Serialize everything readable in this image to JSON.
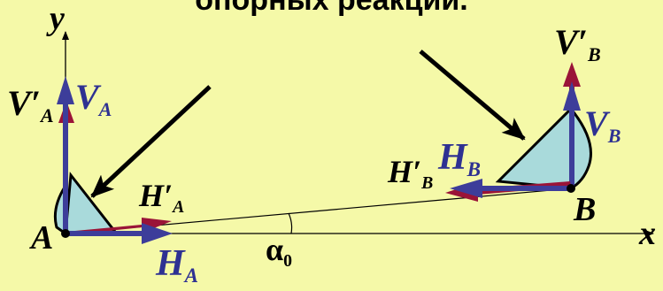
{
  "title": "опорных реакций.",
  "labels": {
    "y": "y",
    "x": "x",
    "A": "A",
    "B": "B",
    "angle": "α",
    "angle_sub": "0",
    "VpA_main": "V′",
    "VpA_sub": "A",
    "VA_main": "V",
    "VA_sub": "A",
    "HpA_main": "H′",
    "HpA_sub": "A",
    "HA_main": "H",
    "HA_sub": "A",
    "VpB_main": "V′",
    "VpB_sub": "B",
    "VB_main": "V",
    "VB_sub": "B",
    "HpB_main": "H′",
    "HpB_sub": "B",
    "HB_main": "H",
    "HB_sub": "B"
  },
  "colors": {
    "background": "#f5f9a8",
    "support_fill": "#a9dadb",
    "blue_vector": "#3d3d9a",
    "red_vector": "#9a1438",
    "label_blue": "#2e3192"
  }
}
